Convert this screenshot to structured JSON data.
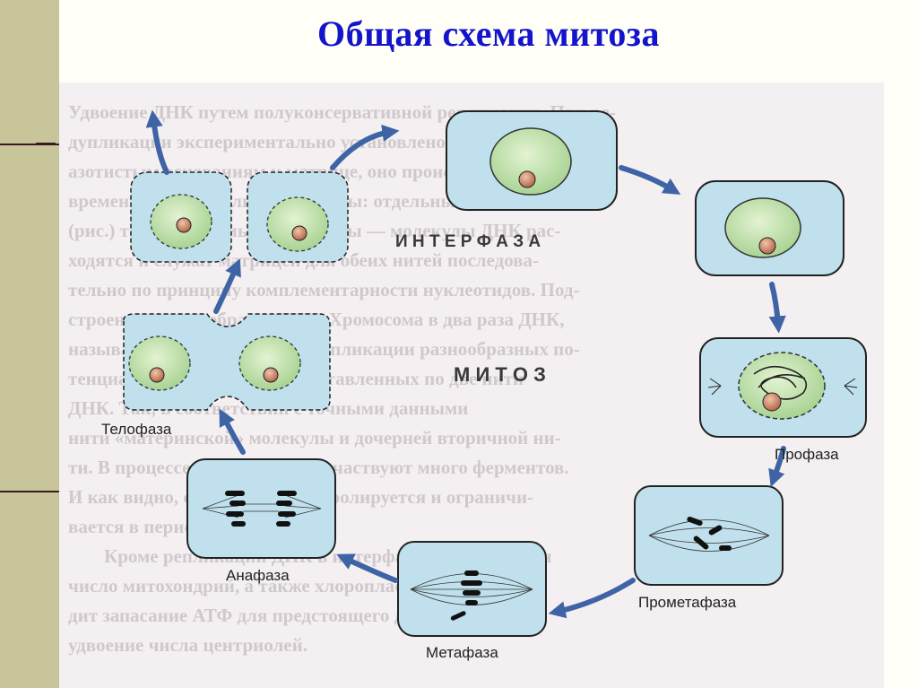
{
  "slide": {
    "title": "Общая схема митоза"
  },
  "diagram": {
    "interphase_label": "И Н Т Е Р Ф А З А",
    "mitosis_label": "М И Т О З",
    "phases": {
      "telophase": "Телофаза",
      "prophase": "Профаза",
      "anaphase": "Анафаза",
      "metaphase": "Метафаза",
      "prometaphase": "Прометафаза"
    }
  },
  "colors": {
    "title": "#1414cc",
    "cell_fill": "#bfe0ec",
    "nucleus_fill": "#c9e6b4",
    "nucleolus": "#c98a70",
    "arrow": "#3f64a6",
    "sidebar": "#c8c59a"
  },
  "background_text": [
    "Удвоение ДНК путем полуконсервативной репликации. При ре-",
    "дупликации экспериментально установлено комплементарным",
    "азотистым основаниям к матрице, оно происходит и одно-",
    "временно по всей длине молекулы: отдельные участки",
    "(рис.) так называемые репликоны — молекулы ДНК рас-",
    "ходятся и служат матрицей для обеих нитей последова-",
    "тельно по принципу комплементарности нуклеотидов. Под-",
    "строенная разнообразие ДНК. Хромосома в два раза ДНК,",
    "называемых с точки зрения дупликации разнообразных по-",
    "тенциальных хромосом, представленных по две нити",
    "ДНК. Так, в соответствии с точными данными",
    "нити «материнской» молекулы и дочерней вторичной ни-",
    "ти. В процессе удвоения ДНК участвуют много ферментов.",
    "И как видно, синтез ДНК контролируется и ограничи-",
    "вается в период S.",
    "Кроме репликации ДНК в интерфазе увеличивается",
    "число митохондрий, а также хлоропластов, происхо-",
    "дит запасание АТФ для предстоящего деления и",
    "удвоение числа центриолей."
  ]
}
